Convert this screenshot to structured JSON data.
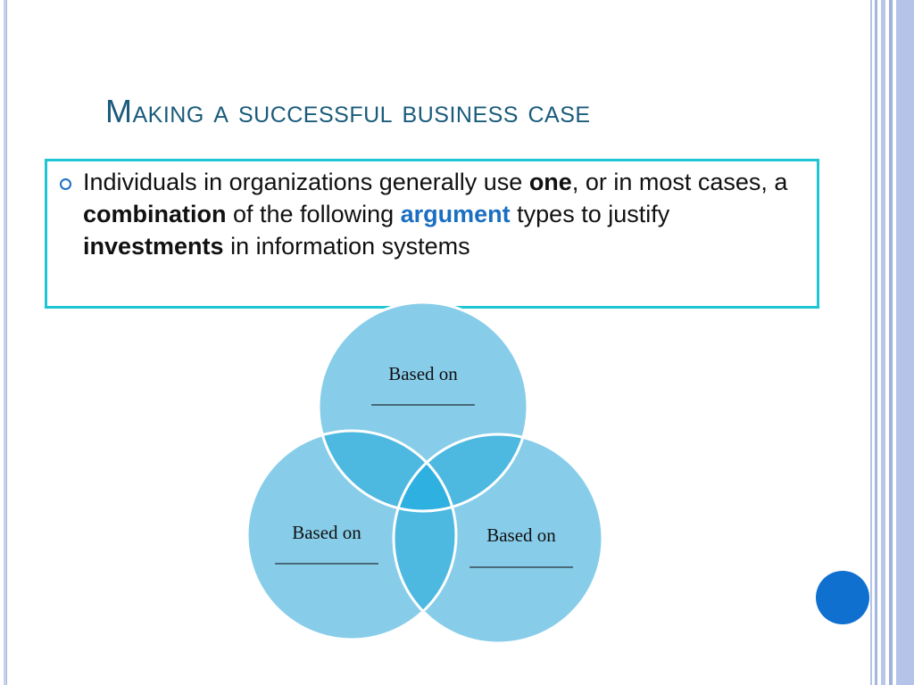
{
  "slide": {
    "title": "Making a successful business case",
    "bullet": {
      "t1": "Individuals in organizations generally use ",
      "b1": "one",
      "t2": ", or in most cases, a ",
      "b2": "combination",
      "t3": " of the following ",
      "b3": "argument",
      "t4": " types to justify ",
      "b4": "investments",
      "t5": " in information systems"
    },
    "venn": {
      "top": {
        "line1": "Based on",
        "line2": "___________"
      },
      "left": {
        "line1": "Based on",
        "line2": "___________"
      },
      "right": {
        "line1": "Based on",
        "line2": "___________"
      }
    }
  },
  "colors": {
    "circle_fill": "#87cde9",
    "overlap": "#4db8e0",
    "center": "#2eb0e0",
    "box_border": "#1ec5d4",
    "accent": "#1a6fc2",
    "title": "#1a5b7b"
  }
}
